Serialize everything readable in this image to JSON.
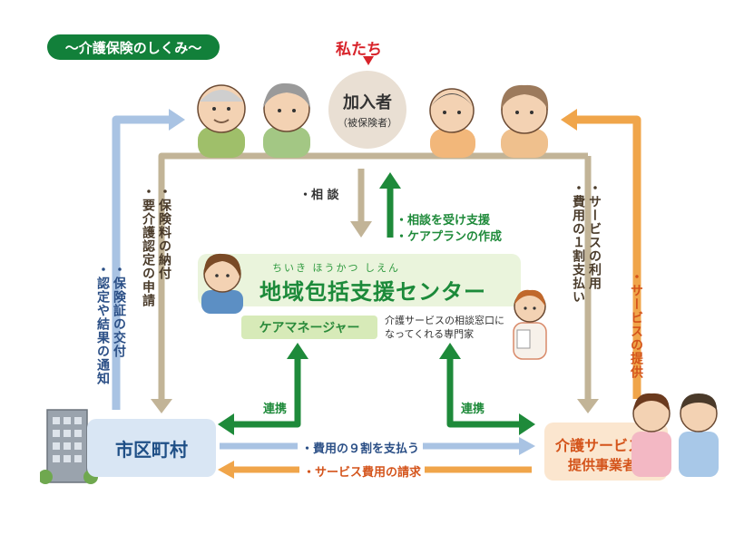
{
  "title_badge": "〜介護保険のしくみ〜",
  "insured": {
    "us_label": "私たち",
    "title": "加入者",
    "subtitle": "（被保険者）"
  },
  "center": {
    "ruby": "ちいき ほうかつ しえん",
    "title": "地域包括支援センター",
    "care_manager": "ケアマネージャー",
    "care_manager_note_1": "介護サービスの相談窓口に",
    "care_manager_note_2": "なってくれる専門家"
  },
  "city": {
    "label": "市区町村"
  },
  "provider": {
    "line1": "介護サービス",
    "line2": "提供事業者"
  },
  "flows": {
    "consult": "・相 談",
    "support_1": "・相談を受け支援",
    "support_2": "・ケアプランの作成",
    "premium_1": "・保険料の納付",
    "premium_2": "・要介護認定の申請",
    "notice_1": "・保険証の交付",
    "notice_2": "・認定や結果の通知",
    "service_use_1": "・サービスの利用",
    "service_use_2": "・費用の１割支払い",
    "service_provide": "・サービスの提供",
    "renkei_left": "連携",
    "renkei_right": "連携",
    "pay_90": "・費用の９割を支払う",
    "billing": "・サービス費用の請求"
  },
  "colors": {
    "green": "#1e8a3a",
    "blue": "#a9c3e3",
    "orange": "#f0a54a",
    "tan": "#c2b497",
    "red": "#d8232a"
  }
}
